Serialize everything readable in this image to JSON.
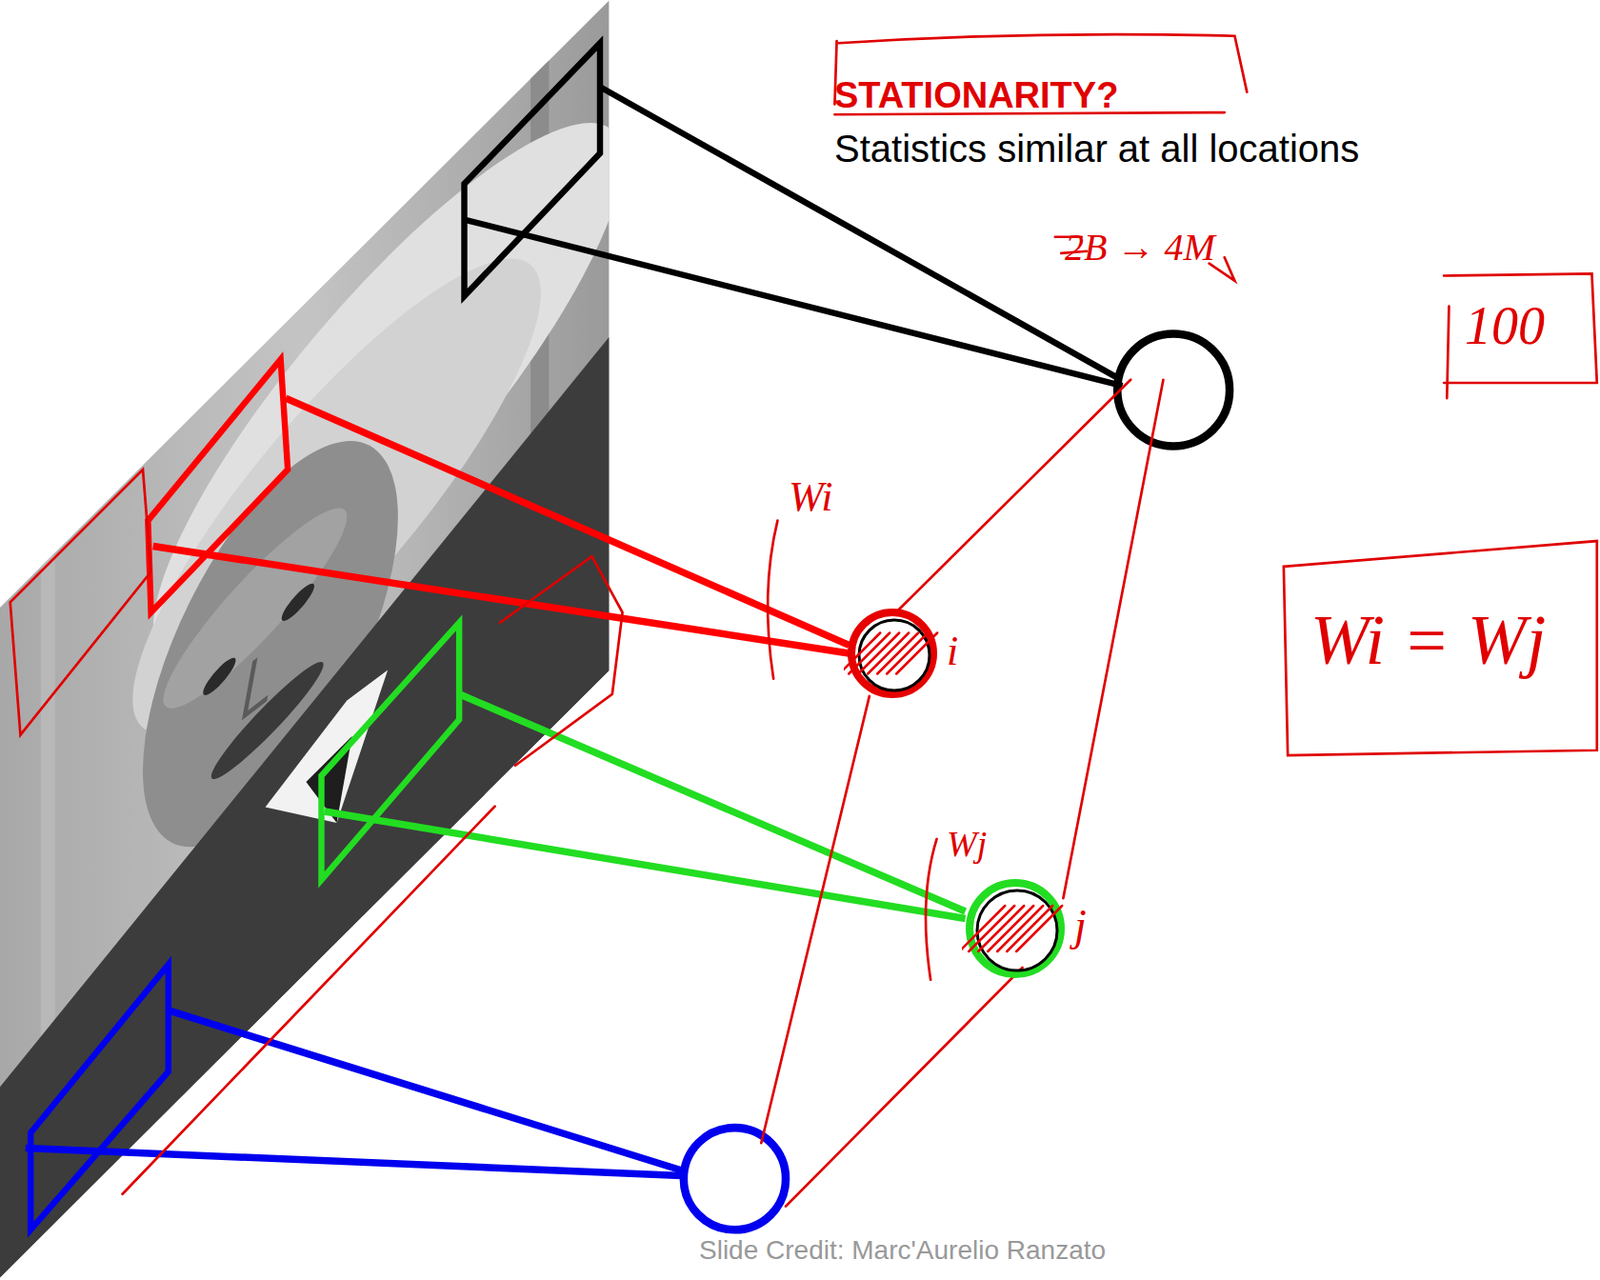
{
  "diagram": {
    "caption": "Slide Credit: Marc'Aurelio Ranzato",
    "nodes": [
      {
        "text": [
          "i"
        ]
      },
      {
        "text": [
          "j"
        ]
      }
    ],
    "labels": [
      "STATIONARITY?",
      "Statistics similar at all locations",
      "2B → 4M",
      "100",
      "Wi = Wj",
      "Wi",
      "Wj"
    ]
  }
}
